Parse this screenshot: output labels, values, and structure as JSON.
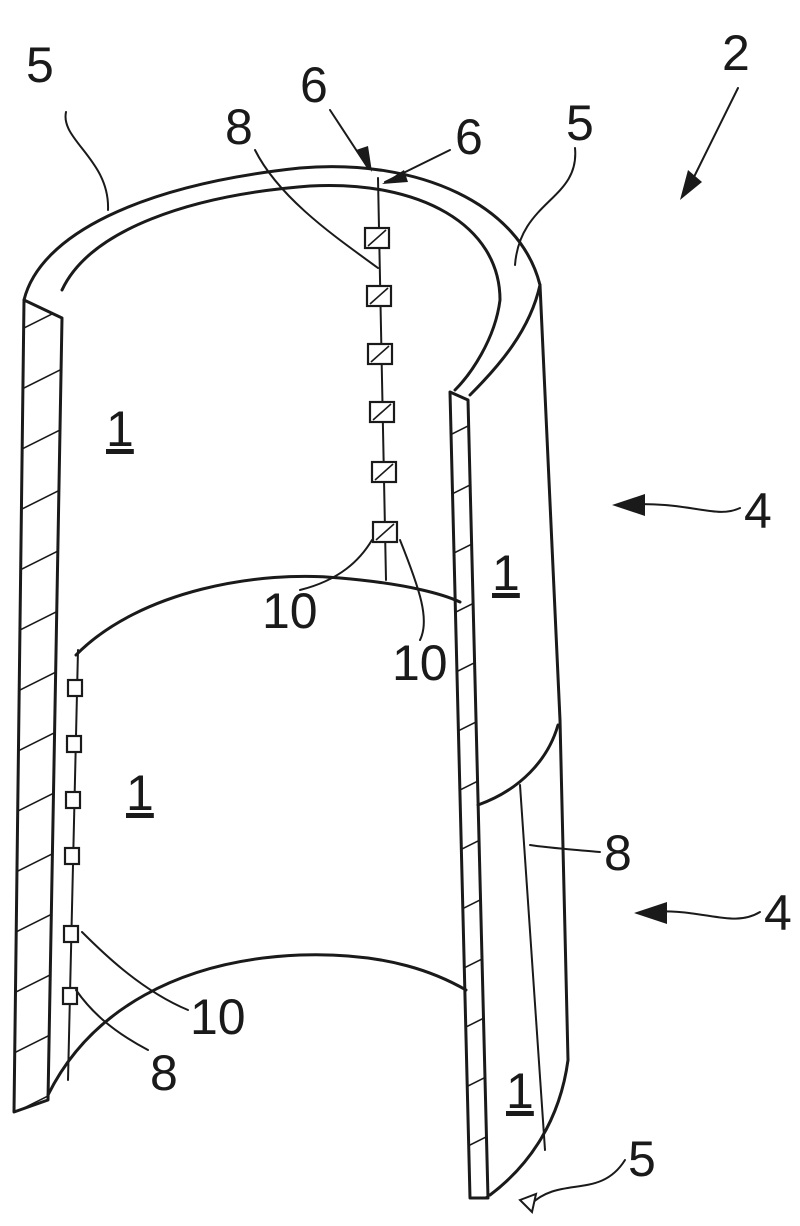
{
  "figure": {
    "reference_numerals": {
      "assembly": "2",
      "shell_segment": "1",
      "edge": "5",
      "arrow_section": "4",
      "seam": "6",
      "joint_line": "8",
      "clip": "10"
    }
  },
  "colors": {
    "ink": "#1a1a1a",
    "paper": "#ffffff"
  }
}
